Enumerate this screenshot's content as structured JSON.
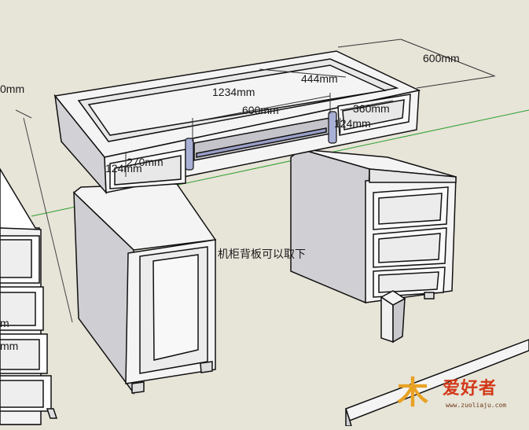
{
  "dimensions": {
    "total_width": "1234mm",
    "depth_top": "600mm",
    "side_depth": "444mm",
    "drawer_width": "600mm",
    "drawer_side": "360mm",
    "drawer_height_right": "124mm",
    "drawer_height_left": "124mm",
    "left_small": "270mm",
    "left_edge_top": "0mm",
    "left_edge_mid": "m",
    "left_edge_low": "mm"
  },
  "annotation": "机柜背板可以取下",
  "watermark": {
    "glyph": "木",
    "name": "爱好者",
    "url": "www.zuoliaju.com"
  },
  "colors": {
    "background": "#e7e4d8",
    "face": "#f4f4f4",
    "face_shade": "#d9d8da",
    "side_shade": "#c9c8cc",
    "edge": "#111111",
    "axis_green": "#2e9e2e",
    "handle": "#a9b0d6"
  }
}
